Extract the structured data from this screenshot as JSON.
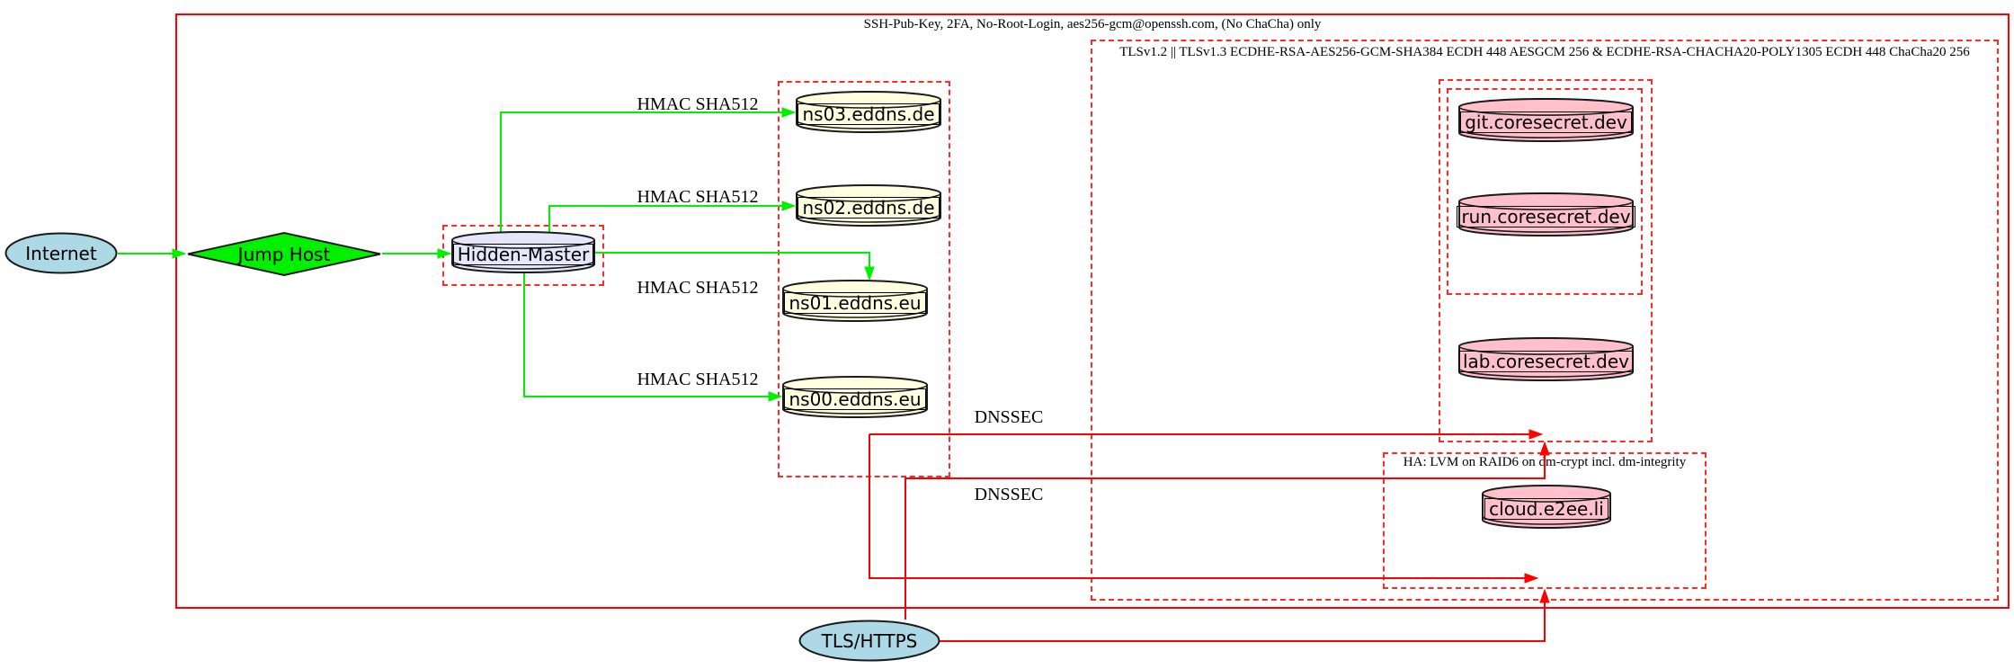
{
  "diagram": {
    "clusters": {
      "ssh": {
        "label": "SSH-Pub-Key, 2FA, No-Root-Login, aes256-gcm@openssh.com, (No ChaCha) only"
      },
      "tls": {
        "label": "TLSv1.2 || TLSv1.3 ECDHE-RSA-AES256-GCM-SHA384 ECDH 448 AESGCM 256 & ECDHE-RSA-CHACHA20-POLY1305 ECDH 448 ChaCha20 256"
      },
      "ha": {
        "label": "HA: LVM on RAID6 on dm-crypt incl. dm-integrity"
      }
    },
    "nodes": {
      "internet": {
        "label": "Internet",
        "shape": "ellipse",
        "fill": "#add8e6"
      },
      "jump_host": {
        "label": "Jump Host",
        "shape": "diamond",
        "fill": "#00f000"
      },
      "hidden_master": {
        "label": "Hidden-Master",
        "shape": "cylinder",
        "fill": "#e6e6fa"
      },
      "ns03": {
        "label": "ns03.eddns.de",
        "shape": "cylinder",
        "fill": "#ffffe0"
      },
      "ns02": {
        "label": "ns02.eddns.de",
        "shape": "cylinder",
        "fill": "#ffffe0"
      },
      "ns01": {
        "label": "ns01.eddns.eu",
        "shape": "cylinder",
        "fill": "#ffffe0"
      },
      "ns00": {
        "label": "ns00.eddns.eu",
        "shape": "cylinder",
        "fill": "#ffffe0"
      },
      "git": {
        "label": "git.coresecret.dev",
        "shape": "cylinder",
        "fill": "#ffc0cb"
      },
      "run": {
        "label": "run.coresecret.dev",
        "shape": "cylinder",
        "fill": "#ffc0cb"
      },
      "lab": {
        "label": "lab.coresecret.dev",
        "shape": "cylinder",
        "fill": "#ffc0cb"
      },
      "cloud": {
        "label": "cloud.e2ee.li",
        "shape": "cylinder",
        "fill": "#ffc0cb"
      },
      "tls_https": {
        "label": "TLS/HTTPS",
        "shape": "ellipse",
        "fill": "#add8e6"
      }
    },
    "edge_labels": {
      "hmac_ns03": "HMAC SHA512",
      "hmac_ns02": "HMAC SHA512",
      "hmac_ns01": "HMAC SHA512",
      "hmac_ns00": "HMAC SHA512",
      "dnssec_1": "DNSSEC",
      "dnssec_2": "DNSSEC"
    },
    "colors": {
      "edge_green": "#00f000",
      "edge_red": "#ff0000",
      "cluster_dashed_red": "#ff2b2b",
      "node_border": "#1a1a1a",
      "lightblue": "#add8e6",
      "lavender": "#e6e6fa",
      "lightyellow": "#ffffe0",
      "pink": "#ffc0cb"
    }
  }
}
